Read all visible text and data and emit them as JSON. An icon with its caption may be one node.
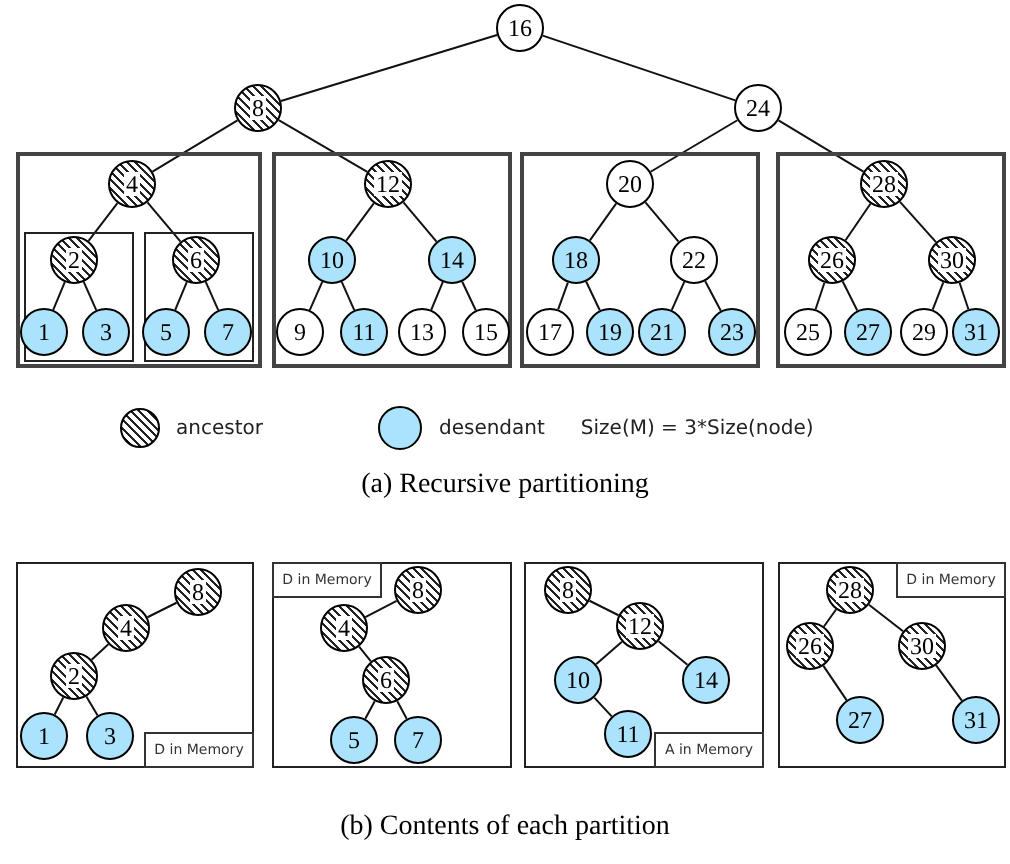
{
  "diagram": {
    "nodes": [
      {
        "text": [
          "16"
        ]
      },
      {
        "text": [
          "8"
        ]
      },
      {
        "text": [
          "24"
        ]
      },
      {
        "text": [],
        "shape": "box"
      },
      {
        "text": [
          "4"
        ],
        "in": 3
      },
      {
        "text": [],
        "shape": "box",
        "in": 3
      },
      {
        "text": [
          "2"
        ],
        "in": 5
      },
      {
        "text": [
          "1"
        ],
        "in": 5
      },
      {
        "text": [
          "3"
        ],
        "in": 5
      },
      {
        "text": [],
        "shape": "box",
        "in": 3
      },
      {
        "text": [
          "6"
        ],
        "in": 9
      },
      {
        "text": [
          "5"
        ],
        "in": 9
      },
      {
        "text": [
          "7"
        ],
        "in": 9
      },
      {
        "text": [],
        "shape": "box"
      },
      {
        "text": [
          "12"
        ],
        "in": 13
      },
      {
        "text": [
          "10"
        ],
        "in": 13
      },
      {
        "text": [
          "14"
        ],
        "in": 13
      },
      {
        "text": [
          "9"
        ],
        "in": 13
      },
      {
        "text": [
          "11"
        ],
        "in": 13
      },
      {
        "text": [
          "13"
        ],
        "in": 13
      },
      {
        "text": [
          "15"
        ],
        "in": 13
      },
      {
        "text": [],
        "shape": "box"
      },
      {
        "text": [
          "20"
        ],
        "in": 21
      },
      {
        "text": [
          "18"
        ],
        "in": 21
      },
      {
        "text": [
          "22"
        ],
        "in": 21
      },
      {
        "text": [
          "17"
        ],
        "in": 21
      },
      {
        "text": [
          "19"
        ],
        "in": 21
      },
      {
        "text": [
          "21"
        ],
        "in": 21
      },
      {
        "text": [
          "23"
        ],
        "in": 21
      },
      {
        "text": [],
        "shape": "box"
      },
      {
        "text": [
          "28"
        ],
        "in": 29
      },
      {
        "text": [
          "26"
        ],
        "in": 29
      },
      {
        "text": [
          "30"
        ],
        "in": 29
      },
      {
        "text": [
          "25"
        ],
        "in": 29
      },
      {
        "text": [
          "27"
        ],
        "in": 29
      },
      {
        "text": [
          "29"
        ],
        "in": 29
      },
      {
        "text": [
          "31"
        ],
        "in": 29
      },
      {
        "text": [],
        "shape": "box"
      },
      {
        "text": [
          "8"
        ],
        "in": 37
      },
      {
        "text": [
          "4"
        ],
        "in": 37
      },
      {
        "text": [
          "2"
        ],
        "in": 37
      },
      {
        "text": [
          "1"
        ],
        "in": 37
      },
      {
        "text": [
          "3"
        ],
        "in": 37
      },
      {
        "text": [
          "D in Memory"
        ],
        "in": 37
      },
      {
        "text": [],
        "shape": "box"
      },
      {
        "text": [
          "D in Memory"
        ],
        "in": 44
      },
      {
        "text": [
          "8"
        ],
        "in": 44
      },
      {
        "text": [
          "4"
        ],
        "in": 44
      },
      {
        "text": [
          "6"
        ],
        "in": 44
      },
      {
        "text": [
          "5"
        ],
        "in": 44
      },
      {
        "text": [
          "7"
        ],
        "in": 44
      },
      {
        "text": [],
        "shape": "box"
      },
      {
        "text": [
          "8"
        ],
        "in": 51
      },
      {
        "text": [
          "12"
        ],
        "in": 51
      },
      {
        "text": [
          "10"
        ],
        "in": 51
      },
      {
        "text": [
          "14"
        ],
        "in": 51
      },
      {
        "text": [
          "11"
        ],
        "in": 51
      },
      {
        "text": [
          "A in Memory"
        ],
        "in": 51
      },
      {
        "text": [],
        "shape": "box"
      },
      {
        "text": [
          "28"
        ],
        "in": 58
      },
      {
        "text": [
          "D in Memory"
        ],
        "in": 58
      },
      {
        "text": [
          "26"
        ],
        "in": 58
      },
      {
        "text": [
          "30"
        ],
        "in": 58
      },
      {
        "text": [
          "27"
        ],
        "in": 58
      },
      {
        "text": [
          "31"
        ],
        "in": 58
      }
    ],
    "edges": [
      {
        "from": 0,
        "to": 1,
        "arrow": "none"
      },
      {
        "from": 0,
        "to": 2,
        "arrow": "none"
      },
      {
        "from": 1,
        "to": 4,
        "arrow": "none"
      },
      {
        "from": 1,
        "to": 14,
        "arrow": "none"
      },
      {
        "from": 2,
        "to": 22,
        "arrow": "none"
      },
      {
        "from": 2,
        "to": 30,
        "arrow": "none"
      },
      {
        "from": 4,
        "to": 6,
        "arrow": "none"
      },
      {
        "from": 4,
        "to": 10,
        "arrow": "none"
      },
      {
        "from": 6,
        "to": 7,
        "arrow": "none"
      },
      {
        "from": 6,
        "to": 8,
        "arrow": "none"
      },
      {
        "from": 10,
        "to": 11,
        "arrow": "none"
      },
      {
        "from": 10,
        "to": 12,
        "arrow": "none"
      },
      {
        "from": 14,
        "to": 15,
        "arrow": "none"
      },
      {
        "from": 14,
        "to": 16,
        "arrow": "none"
      },
      {
        "from": 15,
        "to": 17,
        "arrow": "none"
      },
      {
        "from": 15,
        "to": 18,
        "arrow": "none"
      },
      {
        "from": 16,
        "to": 19,
        "arrow": "none"
      },
      {
        "from": 16,
        "to": 20,
        "arrow": "none"
      },
      {
        "from": 22,
        "to": 23,
        "arrow": "none"
      },
      {
        "from": 22,
        "to": 24,
        "arrow": "none"
      },
      {
        "from": 23,
        "to": 25,
        "arrow": "none"
      },
      {
        "from": 23,
        "to": 26,
        "arrow": "none"
      },
      {
        "from": 24,
        "to": 27,
        "arrow": "none"
      },
      {
        "from": 24,
        "to": 28,
        "arrow": "none"
      },
      {
        "from": 30,
        "to": 31,
        "arrow": "none"
      },
      {
        "from": 30,
        "to": 32,
        "arrow": "none"
      },
      {
        "from": 31,
        "to": 33,
        "arrow": "none"
      },
      {
        "from": 31,
        "to": 34,
        "arrow": "none"
      },
      {
        "from": 32,
        "to": 35,
        "arrow": "none"
      },
      {
        "from": 32,
        "to": 36,
        "arrow": "none"
      },
      {
        "from": 38,
        "to": 39,
        "arrow": "none"
      },
      {
        "from": 39,
        "to": 40,
        "arrow": "none"
      },
      {
        "from": 40,
        "to": 41,
        "arrow": "none"
      },
      {
        "from": 40,
        "to": 42,
        "arrow": "none"
      },
      {
        "from": 46,
        "to": 47,
        "arrow": "none"
      },
      {
        "from": 47,
        "to": 48,
        "arrow": "none"
      },
      {
        "from": 48,
        "to": 49,
        "arrow": "none"
      },
      {
        "from": 48,
        "to": 50,
        "arrow": "none"
      },
      {
        "from": 52,
        "to": 53,
        "arrow": "none"
      },
      {
        "from": 53,
        "to": 54,
        "arrow": "none"
      },
      {
        "from": 53,
        "to": 55,
        "arrow": "none"
      },
      {
        "from": 54,
        "to": 56,
        "arrow": "none"
      },
      {
        "from": 59,
        "to": 61,
        "arrow": "none"
      },
      {
        "from": 59,
        "to": 62,
        "arrow": "none"
      },
      {
        "from": 61,
        "to": 63,
        "arrow": "none"
      },
      {
        "from": 62,
        "to": 64,
        "arrow": "none"
      }
    ],
    "labels": [
      "Size(M) = 3*Size(node)",
      "(a) Recursive partitioning",
      "(b) Contents of each partition"
    ],
    "legend": [
      {
        "text": "ancestor"
      },
      {
        "text": "desendant",
        "color": "#aae3fb"
      }
    ]
  }
}
